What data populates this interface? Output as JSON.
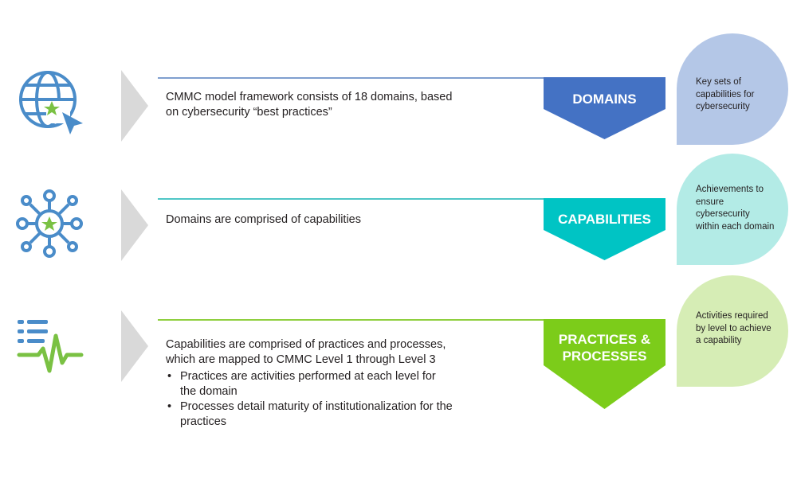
{
  "rows": [
    {
      "icon": "globe-cursor-star-icon",
      "description": "CMMC model framework consists of 18 domains, based on cybersecurity “best practices”",
      "banner_title": "DOMAINS",
      "bubble_text": "Key sets of capabilities for cybersecurity",
      "color": "#4472c4",
      "line_color": "#7f9fcf",
      "bubble_color": "#b4c7e7"
    },
    {
      "icon": "network-hub-star-icon",
      "description": "Domains are comprised of capabilities",
      "banner_title": "CAPABILITIES",
      "bubble_text": "Achievements to ensure cybersecurity within each domain",
      "color": "#00c4c4",
      "line_color": "#4fc6c6",
      "bubble_color": "#b3ebe6"
    },
    {
      "icon": "list-pulse-icon",
      "description": "Capabilities are comprised of practices and processes, which are mapped to CMMC  Level 1 through Level 3",
      "bullets": [
        "Practices are activities performed at each level for the domain",
        "Processes detail maturity of institutionalization for the practices"
      ],
      "banner_title_lines": [
        "PRACTICES &",
        "PROCESSES"
      ],
      "bubble_text": "Activities required by level to achieve a capability",
      "color": "#7ccc1a",
      "line_color": "#8fcf3f",
      "bubble_color": "#d6edb5"
    }
  ],
  "icon_colors": {
    "blue": "#4a8cc9",
    "star": "#7ac143"
  }
}
